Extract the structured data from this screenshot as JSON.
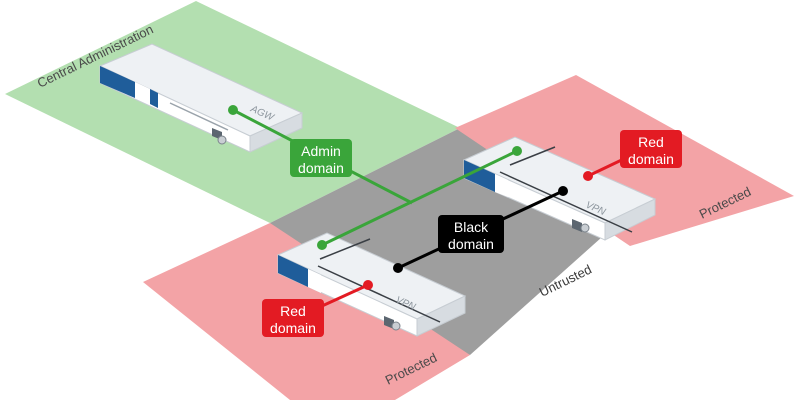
{
  "zones": {
    "central_administration": "Central Administration",
    "protected_right": "Protected",
    "protected_bottom": "Protected",
    "untrusted": "Untrusted"
  },
  "devices": {
    "agw": "AGW",
    "vpn_right": "VPN",
    "vpn_left": "VPN"
  },
  "badges": {
    "admin": {
      "line1": "Admin",
      "line2": "domain"
    },
    "black": {
      "line1": "Black",
      "line2": "domain"
    },
    "red_right": {
      "line1": "Red",
      "line2": "domain"
    },
    "red_left": {
      "line1": "Red",
      "line2": "domain"
    }
  },
  "colors": {
    "admin_green": "#3aa53a",
    "red": "#e31b23",
    "black": "#000000",
    "admin_zone": "#b3dfb0",
    "protected_zone": "#f3a3a6",
    "untrusted_zone": "#9e9e9e",
    "device_blue": "#1f5d9a"
  }
}
